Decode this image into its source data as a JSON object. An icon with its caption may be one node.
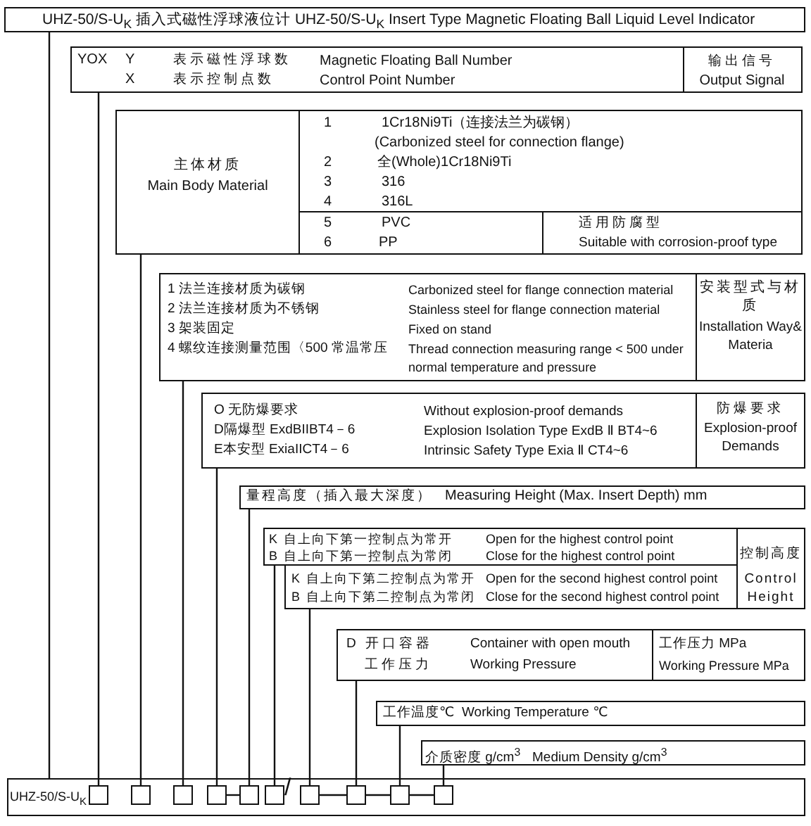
{
  "diagram": {
    "nodes": [
      {
        "text": [
          "UHZ-50/S-U$_{K}$ 插入式磁性浮球液位计 UHZ-50/S-U$_{K}$ Insert Type Magnetic Floating Ball Liquid Level Indicator"
        ]
      },
      {
        "text": [
          "YOX",
          "Y",
          "表示磁性浮球数",
          "Magnetic Floating Ball Number",
          "X",
          "表示控制点数",
          "Control Point Number",
          "输出信号",
          "Output Signal"
        ]
      },
      {
        "text": [
          "主体材质",
          "Main Body Material",
          "1",
          "1Cr18Ni9Ti（连接法兰为碳钢）",
          "(Carbonized steel for connection flange)",
          "2",
          "全(Whole)1Cr18Ni9Ti",
          "3",
          "316",
          "4",
          "316L",
          "5",
          "PVC",
          "6",
          "PP",
          "适用防腐型",
          "Suitable with corrosion-proof type"
        ]
      },
      {
        "text": [
          "1 法兰连接材质为碳钢",
          "Carbonized steel for flange connection material",
          "2 法兰连接材质为不锈钢",
          "Stainless steel for flange connection material",
          "3 架装固定",
          "Fixed on stand",
          "4 螺纹连接测量范围〈500 常温常压",
          "Thread connection measuring range < 500 under normal temperature and pressure",
          "安装型式与材质",
          "Installation Way& Materia"
        ]
      },
      {
        "text": [
          "O 无防爆要求",
          "Without explosion-proof demands",
          "D隔爆型 ExdBIIBT4－6",
          "Explosion Isolation Type ExdB Ⅱ BT4~6",
          "E本安型 ExiaIICT4－6",
          "Intrinsic Safety Type Exia Ⅱ CT4~6",
          "防爆要求",
          "Explosion-proof Demands"
        ]
      },
      {
        "text": [
          "量程高度（插入最大深度）",
          "Measuring Height (Max. Insert Depth) mm"
        ]
      },
      {
        "text": [
          "K 自上向下第一控制点为常开",
          "Open for the highest control point",
          "B 自上向下第一控制点为常闭",
          "Close for the highest control point"
        ]
      },
      {
        "text": [
          "K 自上向下第二控制点为常开",
          "Open for the second highest control point",
          "B 自上向下第二控制点为常闭",
          "Close for the second highest control point"
        ]
      },
      {
        "text": [
          "控制高度",
          "Control Height"
        ]
      },
      {
        "text": [
          "D 开口容器",
          "Container with open mouth",
          "工作压力",
          "Working Pressure",
          "工作压力 MPa",
          "Working Pressure MPa"
        ]
      },
      {
        "text": [
          "工作温度℃",
          "Working Temperature ℃"
        ]
      },
      {
        "text": [
          "介质密度 g/cm$^{3}$",
          "Medium Density g/cm$^{3}$"
        ]
      },
      {
        "text": [
          "UHZ-50/S-U$_{K}$"
        ]
      },
      {
        "text": [],
        "shape": "box",
        "in": 12
      },
      {
        "text": [],
        "shape": "box",
        "in": 12
      },
      {
        "text": [],
        "shape": "box",
        "in": 12
      },
      {
        "text": [],
        "shape": "box",
        "in": 12
      },
      {
        "text": [],
        "shape": "box",
        "in": 12
      },
      {
        "text": [],
        "shape": "box",
        "in": 12
      },
      {
        "text": [],
        "shape": "box",
        "in": 12
      },
      {
        "text": [],
        "shape": "box",
        "in": 12
      },
      {
        "text": [],
        "shape": "box",
        "in": 12
      },
      {
        "text": [],
        "shape": "box",
        "in": 12
      }
    ],
    "edges": [
      {
        "from": 0,
        "to": 12,
        "arrow": "none"
      },
      {
        "from": 1,
        "to": 13,
        "arrow": "none"
      },
      {
        "from": 2,
        "to": 14,
        "arrow": "none"
      },
      {
        "from": 3,
        "to": 15,
        "arrow": "none"
      },
      {
        "from": 4,
        "to": 16,
        "arrow": "none"
      },
      {
        "from": 5,
        "to": 17,
        "arrow": "none"
      },
      {
        "from": 6,
        "to": 18,
        "arrow": "none"
      },
      {
        "from": 7,
        "to": 19,
        "arrow": "none"
      },
      {
        "from": 9,
        "to": 20,
        "arrow": "none"
      },
      {
        "from": 10,
        "to": 21,
        "arrow": "none"
      },
      {
        "from": 11,
        "to": 22,
        "arrow": "none"
      },
      {
        "from": 16,
        "to": 17,
        "arrow": "none"
      },
      {
        "from": 19,
        "to": 20,
        "arrow": "none"
      },
      {
        "from": 20,
        "to": 21,
        "arrow": "none"
      },
      {
        "from": 21,
        "to": 22,
        "arrow": "none"
      }
    ],
    "labels": [
      "/"
    ]
  }
}
